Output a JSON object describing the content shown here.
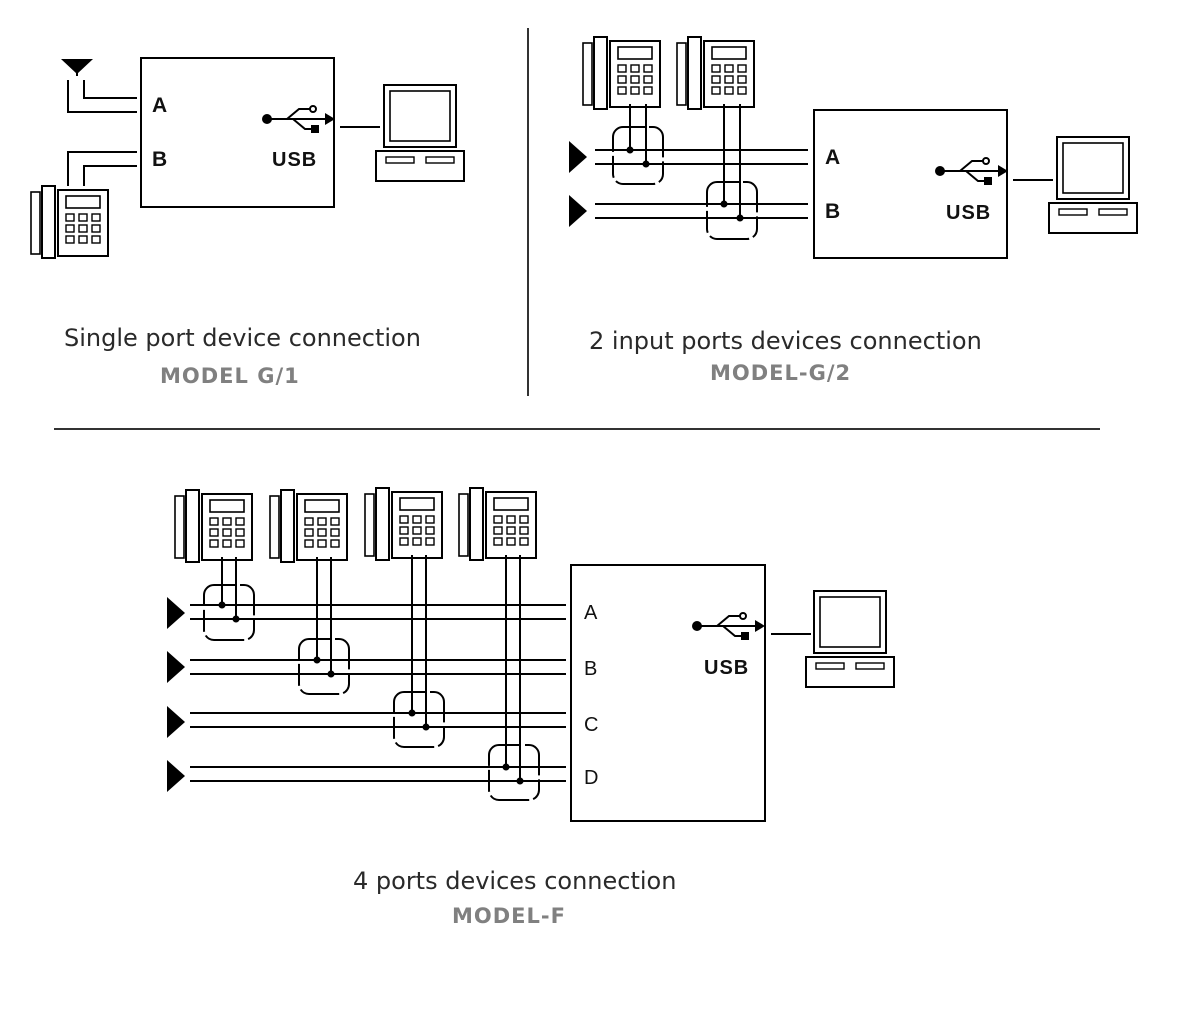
{
  "panels": {
    "g1": {
      "caption": "Single port device connection",
      "model": "MODEL G/1",
      "ports": [
        "A",
        "B"
      ],
      "usb_label": "USB"
    },
    "g2": {
      "caption": "2 input ports devices connection",
      "model": "MODEL-G/2",
      "ports": [
        "A",
        "B"
      ],
      "usb_label": "USB"
    },
    "f": {
      "caption": "4 ports devices connection",
      "model": "MODEL-F",
      "ports": [
        "A",
        "B",
        "C",
        "D"
      ],
      "usb_label": "USB"
    }
  },
  "icons": {
    "antenna": "antenna-icon",
    "phone": "telephone-icon",
    "usb": "usb-icon",
    "computer": "computer-icon",
    "line_input": "line-input-arrow-icon"
  }
}
